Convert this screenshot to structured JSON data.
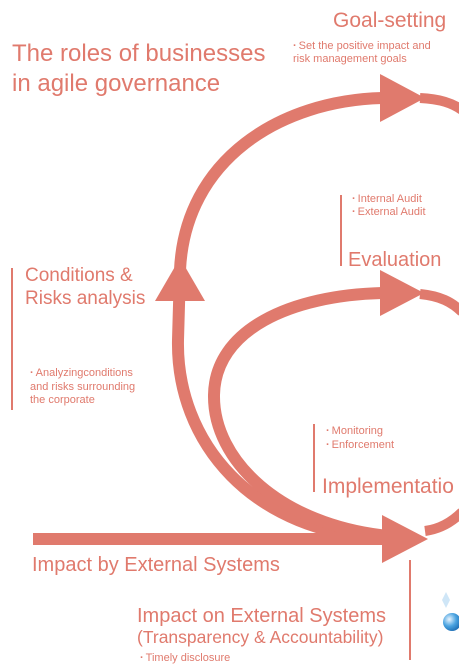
{
  "colors": {
    "accent": "#e07a6d",
    "background": "#ffffff",
    "icon_blue": "#4aa3e0"
  },
  "title": {
    "line1": "The roles of businesses",
    "line2": "in agile governance"
  },
  "goal_setting": {
    "heading": "Goal-setting",
    "detail_lines": [
      "Set the positive impact and",
      "risk management goals"
    ]
  },
  "evaluation": {
    "heading": "Evaluation",
    "bullets": [
      "Internal Audit",
      "External Audit"
    ]
  },
  "conditions": {
    "heading_lines": [
      "Conditions &",
      "Risks analysis"
    ],
    "detail_lines": [
      "Analyzingconditions",
      "and risks surrounding",
      "the corporate"
    ]
  },
  "implementation": {
    "heading": "Implementatio",
    "bullets": [
      "Monitoring",
      "Enforcement"
    ]
  },
  "external": {
    "impact_by": "Impact by External Systems",
    "impact_on": {
      "heading": "Impact on External Systems",
      "subheading": "(Transparency & Accountability)",
      "bullets": [
        "Timely disclosure"
      ]
    }
  },
  "icons": {
    "corner_icon": "globe-icon"
  }
}
